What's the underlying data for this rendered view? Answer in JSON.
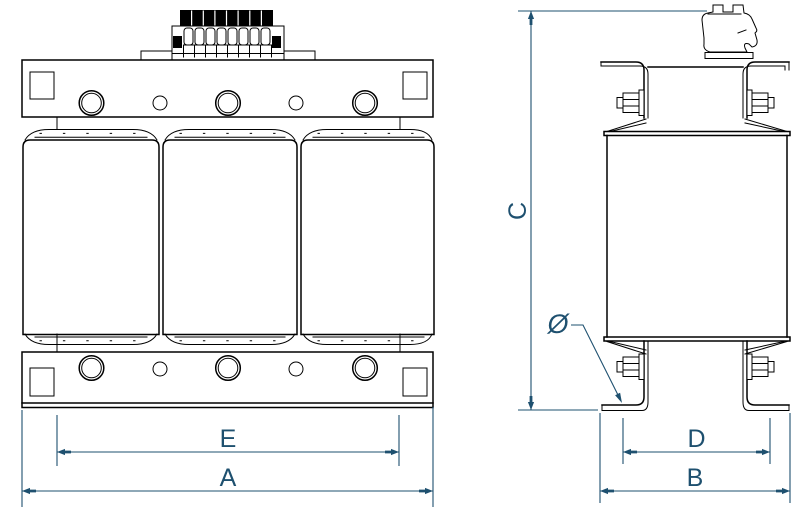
{
  "dimension_labels": {
    "a": "A",
    "b": "B",
    "c": "C",
    "d": "D",
    "e": "E",
    "diameter": "Ø"
  },
  "colors": {
    "line": "#000000",
    "dimension": "#1e506f"
  }
}
